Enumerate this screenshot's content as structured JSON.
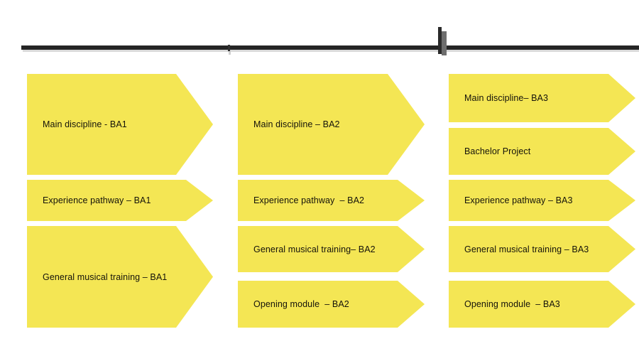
{
  "theme": {
    "background": "#ffffff",
    "chevron_fill": "#f4e654",
    "text_color": "#14120a",
    "rule_color": "#252525",
    "shadow_color": "#d9d9d9"
  },
  "timeline": {
    "rule_present": true,
    "ticks": [
      "year-divider-1",
      "year-divider-2"
    ]
  },
  "columns": [
    {
      "id": "ba1",
      "name": "year-1-column",
      "blocks": [
        {
          "label": "Main discipline - BA1",
          "name": "block-main-discipline-ba1"
        },
        {
          "label": "Experience pathway – BA1",
          "name": "block-experience-pathway-ba1"
        },
        {
          "label": "General musical training – BA1",
          "name": "block-general-musical-training-ba1"
        }
      ]
    },
    {
      "id": "ba2",
      "name": "year-2-column",
      "blocks": [
        {
          "label": "Main discipline – BA2",
          "name": "block-main-discipline-ba2"
        },
        {
          "label": "Experience pathway  – BA2",
          "name": "block-experience-pathway-ba2"
        },
        {
          "label": "General musical training– BA2",
          "name": "block-general-musical-training-ba2"
        },
        {
          "label": "Opening module  – BA2",
          "name": "block-opening-module-ba2"
        }
      ]
    },
    {
      "id": "ba3",
      "name": "year-3-column",
      "blocks": [
        {
          "label": "Main discipline– BA3",
          "name": "block-main-discipline-ba3"
        },
        {
          "label": "Bachelor Project",
          "name": "block-bachelor-project"
        },
        {
          "label": "Experience pathway – BA3",
          "name": "block-experience-pathway-ba3"
        },
        {
          "label": "General musical training – BA3",
          "name": "block-general-musical-training-ba3"
        },
        {
          "label": "Opening module  – BA3",
          "name": "block-opening-module-ba3"
        }
      ]
    }
  ]
}
